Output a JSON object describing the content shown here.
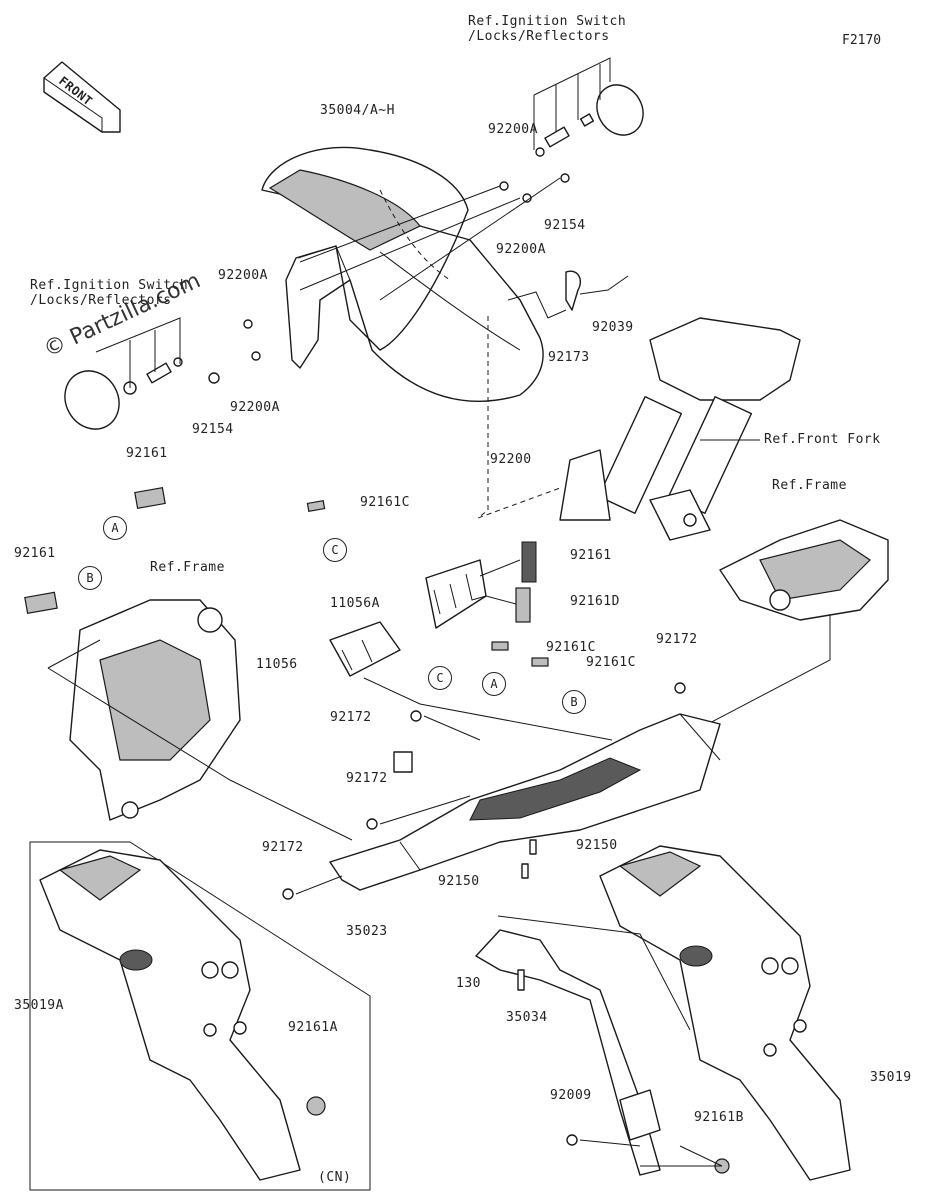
{
  "figure_code": "F2170",
  "watermark": "© Partzilla.com",
  "front_arrow_label": "FRONT",
  "labels": {
    "ref_ignition_top": "Ref.Ignition Switch\n/Locks/Reflectors",
    "ref_ignition_left": "Ref.Ignition Switch\n/Locks/Reflectors",
    "p35004": "35004/A~H",
    "p92200A_a": "92200A",
    "p92154_a": "92154",
    "p92200A_b": "92200A",
    "p92173": "92173",
    "p92039": "92039",
    "p92200": "92200",
    "p92200A_c": "92200A",
    "p92200A_d": "92200A",
    "p92154_b": "92154",
    "ref_front_fork": "Ref.Front Fork",
    "p92161_a": "92161",
    "p92161C_a": "92161C",
    "ref_frame_right": "Ref.Frame",
    "p92161_b": "92161",
    "ref_frame_left": "Ref.Frame",
    "p92161_c": "92161",
    "p11056A": "11056A",
    "p92161D": "92161D",
    "p92161C_b": "92161C",
    "p92161C_c": "92161C",
    "p92172_a": "92172",
    "p11056": "11056",
    "p92172_b": "92172",
    "p92172_c": "92172",
    "p92150_a": "92150",
    "p92150_b": "92150",
    "p92172_d": "92172",
    "p35023": "35023",
    "p35019A": "35019A",
    "p92161A": "92161A",
    "p130": "130",
    "p35034": "35034",
    "p35019": "35019",
    "p92009": "92009",
    "p92161B": "92161B",
    "cn": "(CN)"
  },
  "refs": {
    "A": "A",
    "B": "B",
    "C": "C"
  }
}
